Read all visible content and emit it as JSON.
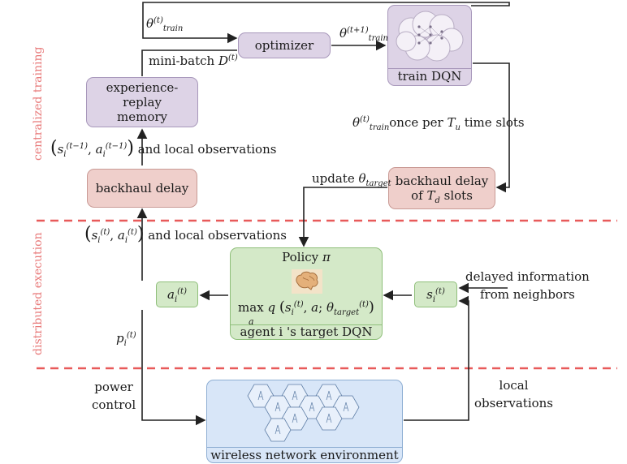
{
  "nodes": {
    "optimizer": "optimizer",
    "train_dqn": "train DQN",
    "replay_line1": "experience-replay",
    "replay_line2": "memory",
    "backhaul_delay": "backhaul delay",
    "backhaul_td_line1": "backhaul delay",
    "backhaul_td_line2_pre": "of",
    "backhaul_td_line2_post": "slots",
    "policy_title": "Policy",
    "policy_symbol": "π",
    "policy_max": "max",
    "policy_max_sub": "a",
    "agent_dqn": "agent i 's target DQN",
    "wireless_env": "wireless network environment"
  },
  "labels": {
    "theta_train": "θ",
    "mini_batch": "mini-batch",
    "and_local_obs": "and local observations",
    "once_per": "once per",
    "time_slots": "time slots",
    "update_theta": "update",
    "delayed_info_line1": "delayed information",
    "delayed_info_line2": "from neighbors",
    "power_line1": "power",
    "power_line2": "control",
    "local_obs_line1": "local",
    "local_obs_line2": "observations"
  },
  "sections": {
    "training": "centralized training",
    "execution": "distributed execution"
  },
  "colors": {
    "purple": "#ddd3e6",
    "red": "#efcfcb",
    "green": "#d4e9c8",
    "blue": "#d8e6f8",
    "dashed_separator": "#e85a5a"
  },
  "icons": [
    "neural-network-icon",
    "brain-icon",
    "hexagonal-cell-grid-icon"
  ]
}
